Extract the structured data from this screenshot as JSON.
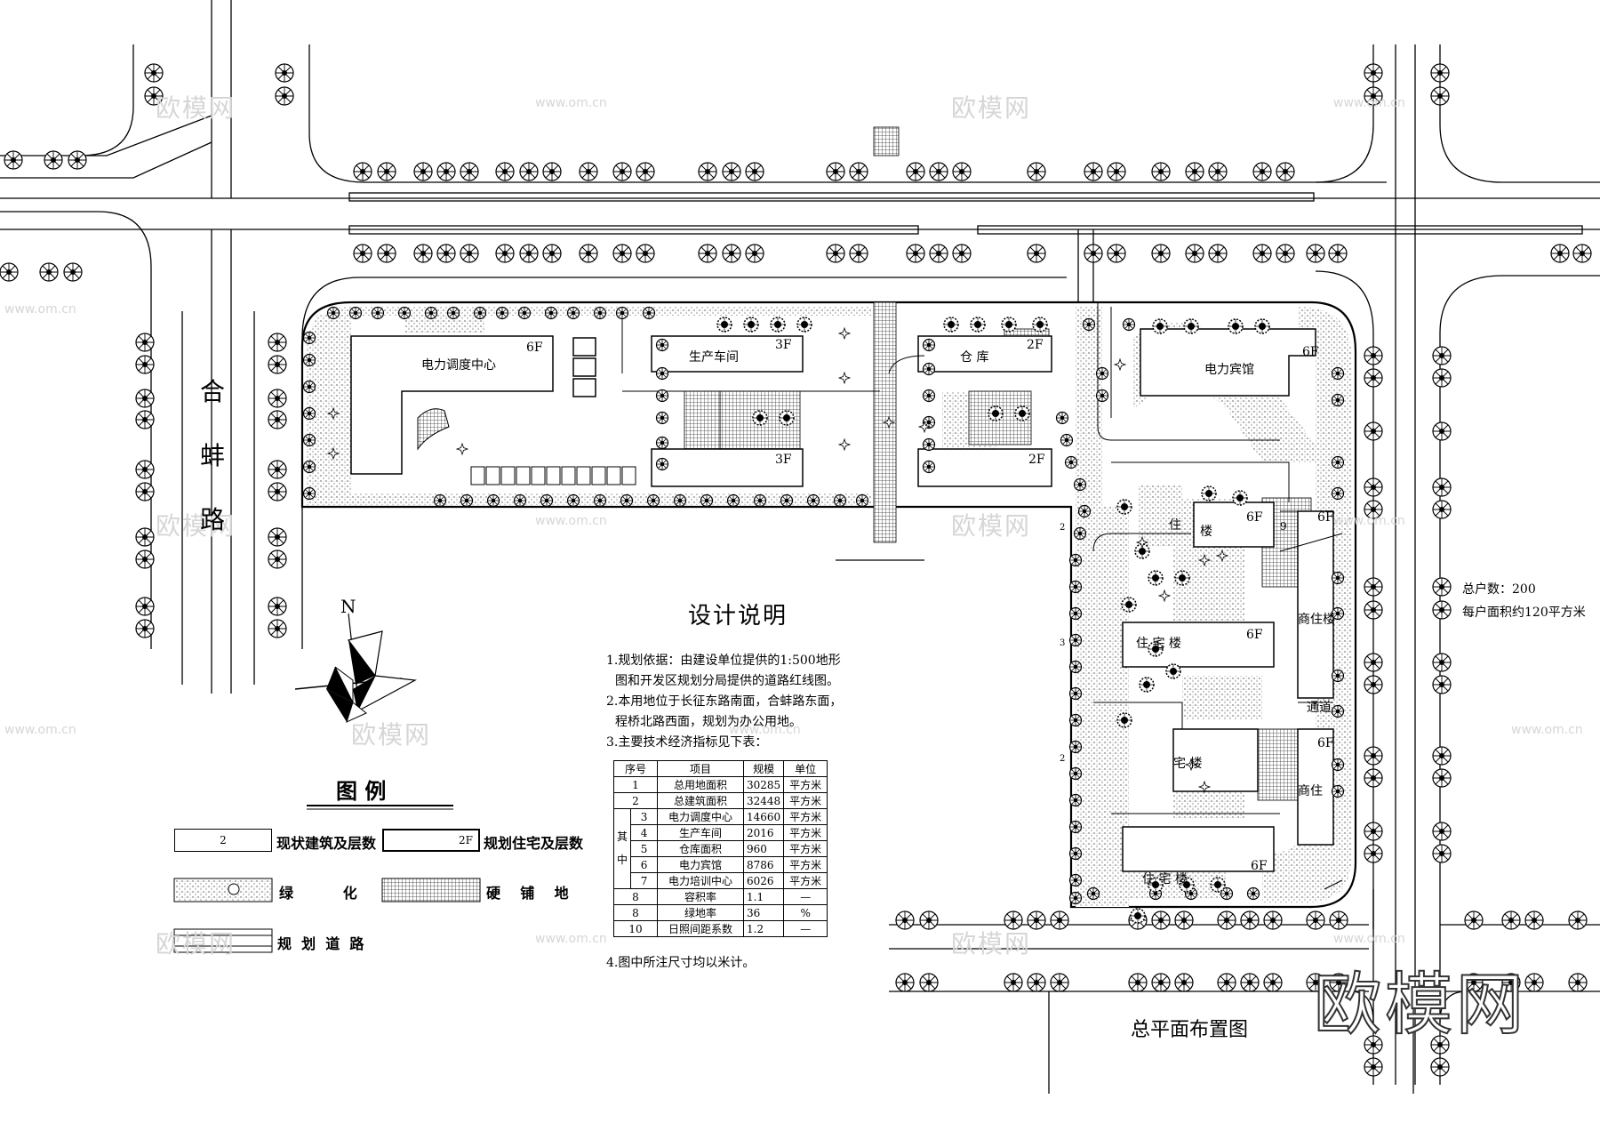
{
  "map": {
    "road_hebeng": "合\n蚌\n路",
    "north": "N",
    "drawing_title": "总平面布置图"
  },
  "buildings": {
    "dispatch": "电力调度中心",
    "dispatch_floors": "6F",
    "workshop": "生产车间",
    "workshop_floors": "3F",
    "workshop_floors2": "3F",
    "warehouse": "仓    库",
    "warehouse_floors": "2F",
    "warehouse_floors2": "2F",
    "hotel": "电力宾馆",
    "hotel_floors": "6F",
    "res1": "住",
    "res1b": "楼",
    "res1_floors": "6F",
    "res2": "住  宅  楼",
    "res2_floors": "6F",
    "res3": "宅  楼",
    "res4": "住  宅  楼",
    "res4_floors": "6F",
    "com1": "商住楼",
    "com1_floors": "6F",
    "com2": "商住",
    "com2_floors": "6F",
    "passage": "通道",
    "dim_9": "9",
    "dim_2a": "2",
    "dim_3": "3",
    "dim_2b": "2"
  },
  "stats": {
    "households": "总户数：200",
    "area_per": "每户面积约120平方米"
  },
  "design": {
    "title": "设计说明",
    "note1a": "1.规划依据：由建设单位提供的1:500地形",
    "note1b": "图和开发区规划分局提供的道路红线图。",
    "note2a": "2.本用地位于长征东路南面，合蚌路东面，",
    "note2b": "程桥北路西面，规划为办公用地。",
    "note3": "3.主要技术经济指标见下表：",
    "note4": "4.图中所注尺寸均以米计。"
  },
  "table": {
    "headers": [
      "序号",
      "项目",
      "规模",
      "单位"
    ],
    "group_label": "其\n\n中",
    "rows": [
      {
        "no": "1",
        "item": "总用地面积",
        "value": "30285",
        "unit": "平方米"
      },
      {
        "no": "2",
        "item": "总建筑面积",
        "value": "32448",
        "unit": "平方米"
      },
      {
        "no": "3",
        "item": "电力调度中心",
        "value": "14660",
        "unit": "平方米"
      },
      {
        "no": "4",
        "item": "生产车间",
        "value": "2016",
        "unit": "平方米"
      },
      {
        "no": "5",
        "item": "仓库面积",
        "value": "960",
        "unit": "平方米"
      },
      {
        "no": "6",
        "item": "电力宾馆",
        "value": "8786",
        "unit": "平方米"
      },
      {
        "no": "7",
        "item": "电力培训中心",
        "value": "6026",
        "unit": "平方米"
      },
      {
        "no": "8",
        "item": "容积率",
        "value": "1.1",
        "unit": "—"
      },
      {
        "no": "8",
        "item": "绿地率",
        "value": "36",
        "unit": "%"
      },
      {
        "no": "10",
        "item": "日照间距系数",
        "value": "1.2",
        "unit": "—"
      }
    ]
  },
  "legend": {
    "title": "图    例",
    "existing_value": "2",
    "existing_label": "现状建筑及层数",
    "planned_value": "2F",
    "planned_label": "规划住宅及层数",
    "green_label": "绿          化",
    "paving_label": "硬    铺    地",
    "road_label": "规  划  道  路"
  },
  "watermarks": {
    "brand": "欧模网",
    "url": "www.om.cn",
    "big": "欧模网"
  }
}
